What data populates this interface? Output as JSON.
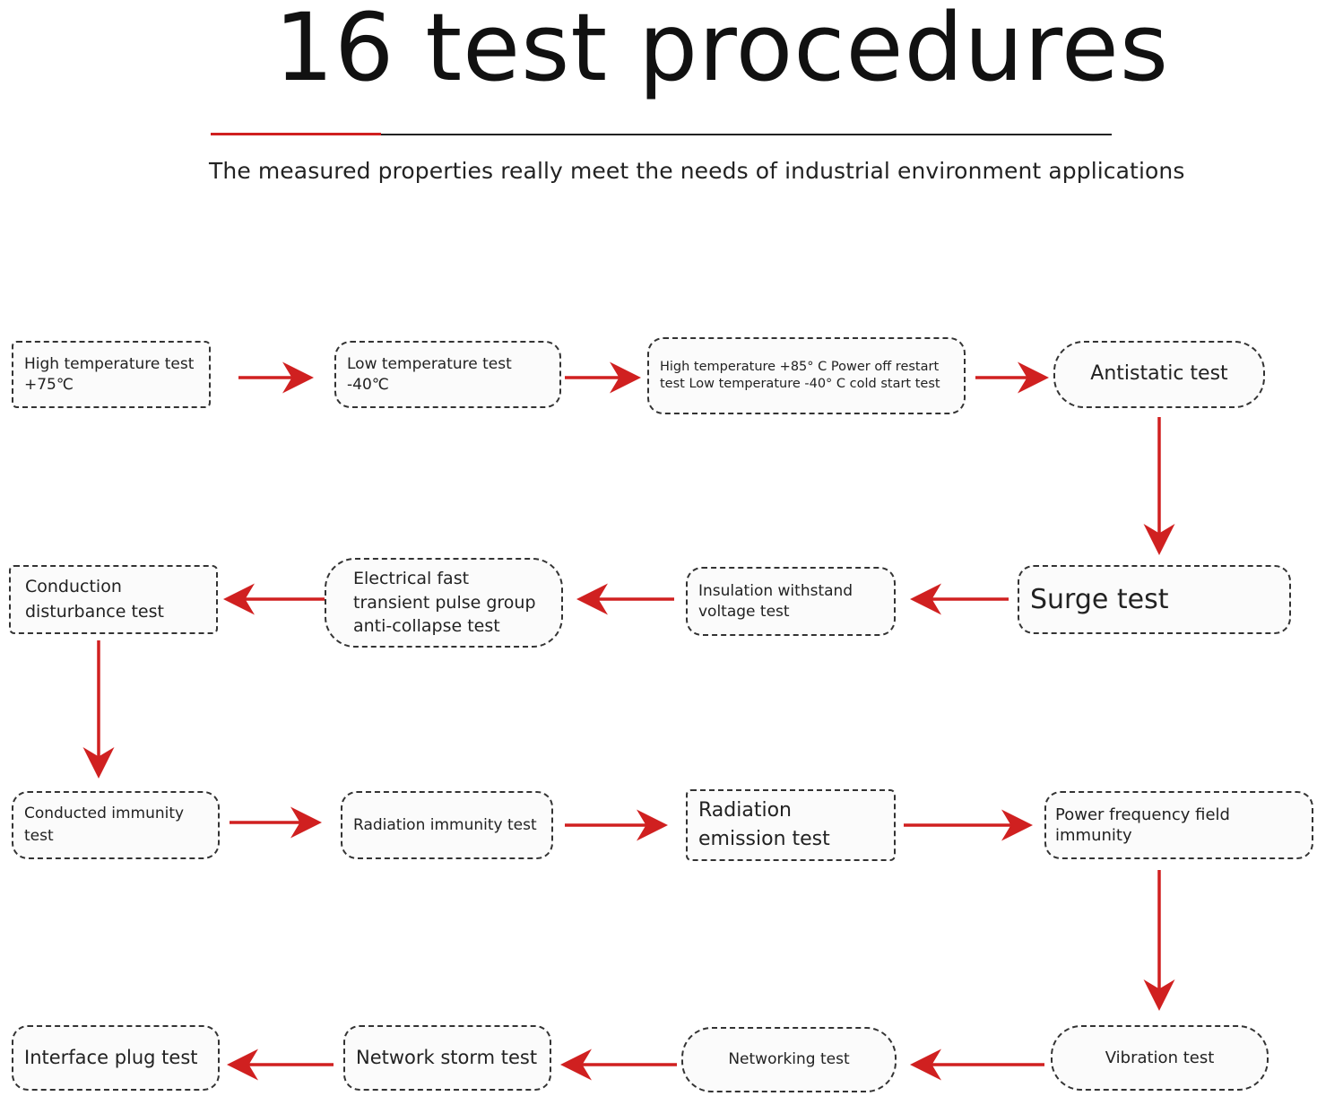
{
  "header": {
    "title": "16 test procedures",
    "subtitle": "The measured properties really meet the needs of industrial environment applications"
  },
  "colors": {
    "accent": "#d02020",
    "text": "#1a1a1a",
    "border": "#333333"
  },
  "steps": [
    {
      "label": "High temperature test\n+75℃"
    },
    {
      "label": "Low temperature test\n-40℃"
    },
    {
      "label": "High temperature +85° C Power off restart\ntest Low temperature -40° C cold start test"
    },
    {
      "label": "Antistatic test"
    },
    {
      "label": "Surge test"
    },
    {
      "label": "Insulation withstand\nvoltage test"
    },
    {
      "label": "Electrical fast\ntransient pulse group\nanti-collapse test"
    },
    {
      "label": "Conduction\ndisturbance test"
    },
    {
      "label": "Conducted immunity\ntest"
    },
    {
      "label": "Radiation immunity test"
    },
    {
      "label": "Radiation\nemission test"
    },
    {
      "label": "Power frequency field immunity"
    },
    {
      "label": "Vibration test"
    },
    {
      "label": "Networking test"
    },
    {
      "label": "Network storm test"
    },
    {
      "label": "Interface plug test"
    }
  ]
}
